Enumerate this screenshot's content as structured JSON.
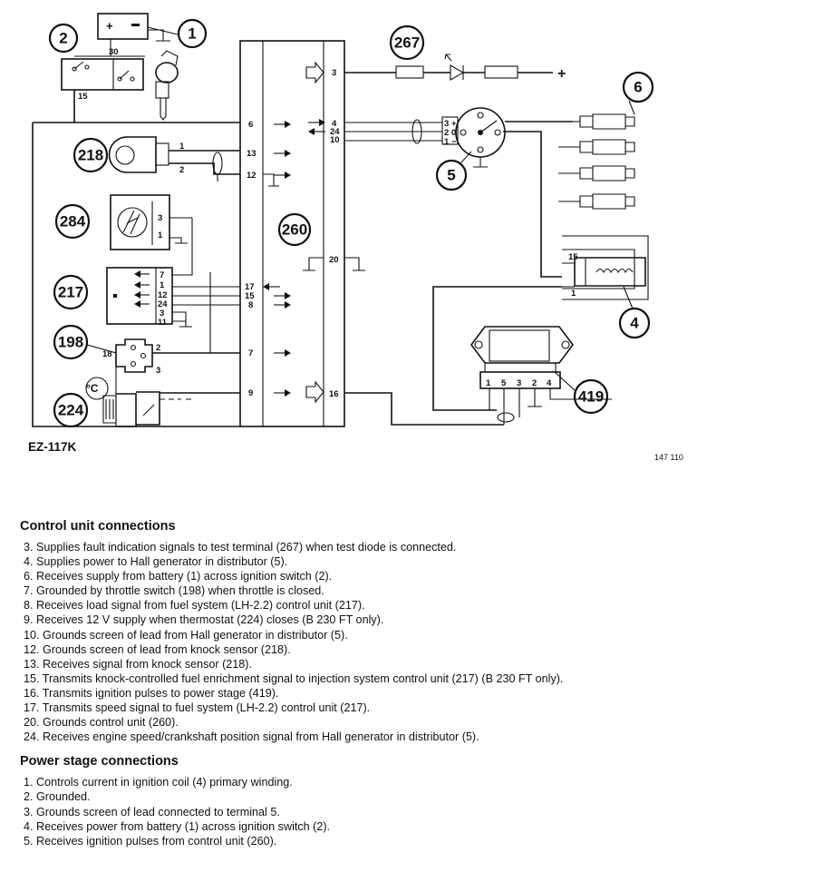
{
  "diagram": {
    "code": "EZ-117K",
    "figure_number": "147 110",
    "component_labels": {
      "battery": "1",
      "ignition_switch": "2",
      "test_terminal": "267",
      "spark_plugs": "6",
      "knock_sensor": "218",
      "control_unit": "260",
      "distributor": "5",
      "throttle_switch_284": "284",
      "fuel_control_unit": "217",
      "ignition_coil": "4",
      "throttle_switch": "198",
      "power_stage": "419",
      "thermostat": "224"
    },
    "switch_terminals": {
      "t30": "30",
      "t15": "15"
    },
    "control_unit_pins": {
      "p3": "3",
      "p6": "6",
      "p4": "4",
      "p24": "24",
      "p10": "10",
      "p13": "13",
      "p12": "12",
      "p20": "20",
      "p17": "17",
      "p15": "15",
      "p8": "8",
      "p7": "7",
      "p9": "9",
      "p16": "16"
    },
    "knock_pins": {
      "a": "1",
      "b": "2"
    },
    "s284_pins": {
      "a": "3",
      "b": "1"
    },
    "u217_pins": {
      "a": "7",
      "b": "1",
      "c": "12",
      "d": "24",
      "e": "3",
      "f": "11"
    },
    "s198_pins": {
      "a": "18",
      "b": "2",
      "c": "3"
    },
    "dist_pins": {
      "a": "3",
      "b": "2",
      "c": "1",
      "sa": "+",
      "sb": "0",
      "sc": "−"
    },
    "coil_pins": {
      "a": "15",
      "b": "1"
    },
    "ps_pins": {
      "a": "1",
      "b": "5",
      "c": "3",
      "d": "2",
      "e": "4"
    },
    "plus_sign": "+",
    "temp_symbol": "°C"
  },
  "control_unit_connections": {
    "heading": "Control unit connections",
    "items": [
      "3. Supplies fault indication signals to test terminal (267) when test diode is connected.",
      "4. Supplies power to Hall generator in distributor (5).",
      "6. Receives supply from battery (1) across ignition switch (2).",
      "7. Grounded by throttle switch (198) when throttle is closed.",
      "8. Receives load signal from fuel system (LH-2.2) control unit (217).",
      "9. Receives 12 V supply when thermostat (224) closes (B 230 FT only).",
      "10. Grounds screen of lead from Hall generator in distributor (5).",
      "12. Grounds screen of lead from knock sensor (218).",
      "13. Receives signal from knock sensor (218).",
      "15. Transmits knock-controlled fuel enrichment signal to injection system control unit (217) (B 230 FT only).",
      "16. Transmits ignition pulses to power stage (419).",
      "17. Transmits speed signal to fuel system (LH-2.2) control unit (217).",
      "20. Grounds control unit (260).",
      "24. Receives engine speed/crankshaft position signal from Hall generator in distributor (5)."
    ]
  },
  "power_stage_connections": {
    "heading": "Power stage connections",
    "items": [
      "1. Controls current in ignition coil (4) primary winding.",
      "2. Grounded.",
      "3. Grounds screen of lead connected to terminal 5.",
      "4. Receives power from battery (1) across ignition switch (2).",
      "5. Receives ignition pulses from control unit (260)."
    ]
  }
}
